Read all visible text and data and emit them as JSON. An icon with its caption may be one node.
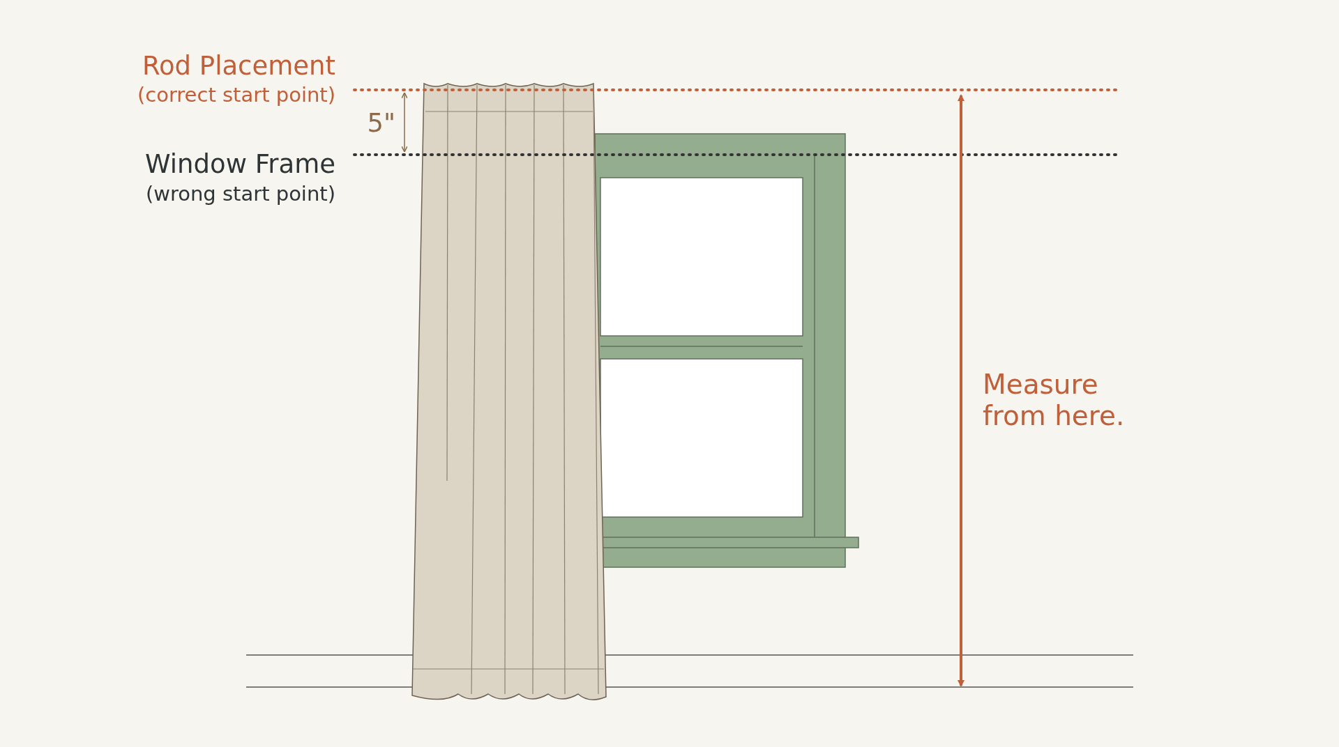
{
  "diagram": {
    "labels": [
      "Rod Placement",
      "(correct start point)",
      "5\"",
      "Window Frame",
      "(wrong start point)",
      "Measure from here."
    ]
  }
}
